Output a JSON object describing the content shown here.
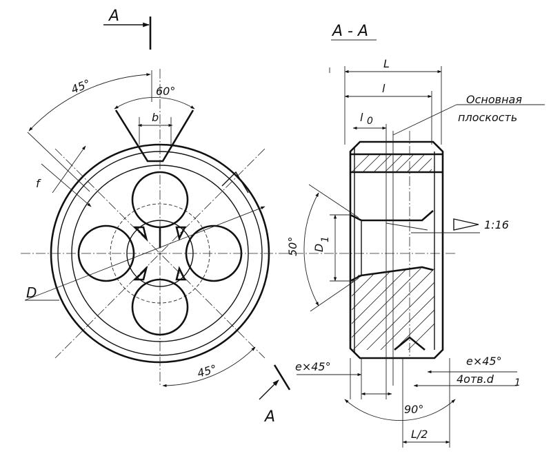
{
  "labels": {
    "cut_mark_top": "A",
    "cut_mark_bottom": "A",
    "section_title": "A - A",
    "angle_45_top": "45°",
    "angle_60": "60°",
    "dim_b": "b",
    "dim_f": "f",
    "dim_D": "D",
    "angle_45_bottom": "45°",
    "dim_L": "L",
    "dim_l": "l",
    "dim_l0": "l",
    "dim_l0_sub": "0",
    "base_plane_line1": "Основная",
    "base_plane_line2": "плоскость",
    "taper": "1:16",
    "dim_D1": "D",
    "dim_D1_sub": "1",
    "angle_50": "50°",
    "chamfer_left": "e×45°",
    "chamfer_right": "e×45°",
    "holes": "4отв.d",
    "holes_sub": "1",
    "angle_90": "90°",
    "dim_L_half": "L/2"
  }
}
